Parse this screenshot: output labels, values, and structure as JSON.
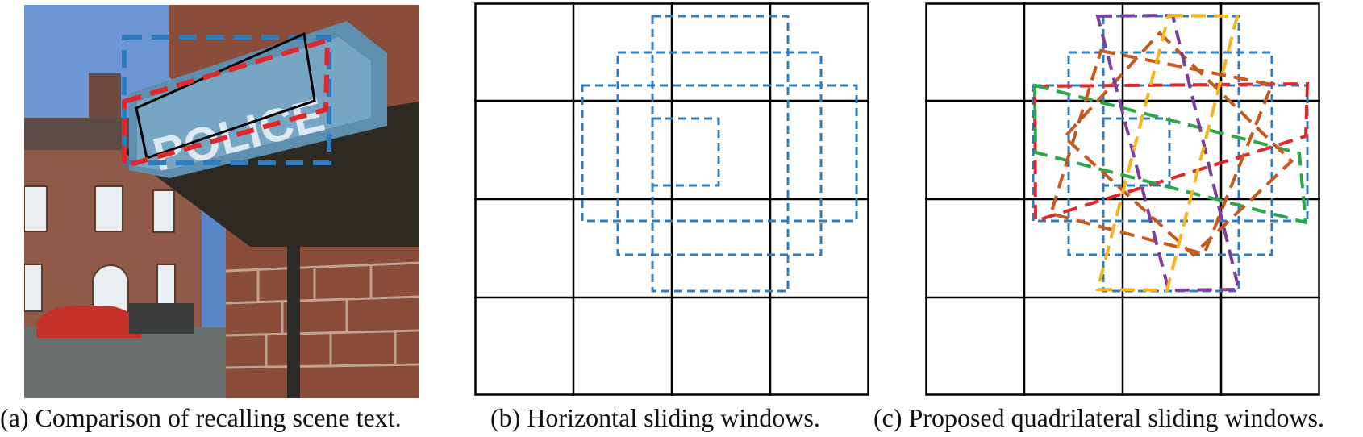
{
  "figure": {
    "panels": [
      {
        "id": "a",
        "caption": "(a) Comparison of recalling scene text.",
        "sign_text": "POLICE"
      },
      {
        "id": "b",
        "caption": "(b) Horizontal sliding windows."
      },
      {
        "id": "c",
        "caption": "(c) Proposed quadrilateral sliding windows."
      }
    ],
    "grid": {
      "rows": 4,
      "cols": 4
    },
    "colors": {
      "horizontal_window": "#2e7cc0",
      "quad_red": "#e0272b",
      "quad_green": "#2ca648",
      "quad_orange": "#c65a1e",
      "quad_purple": "#7c3fa0",
      "quad_yellow": "#f4b61c",
      "ground_truth": "#000000",
      "grid_line": "#000000"
    }
  }
}
